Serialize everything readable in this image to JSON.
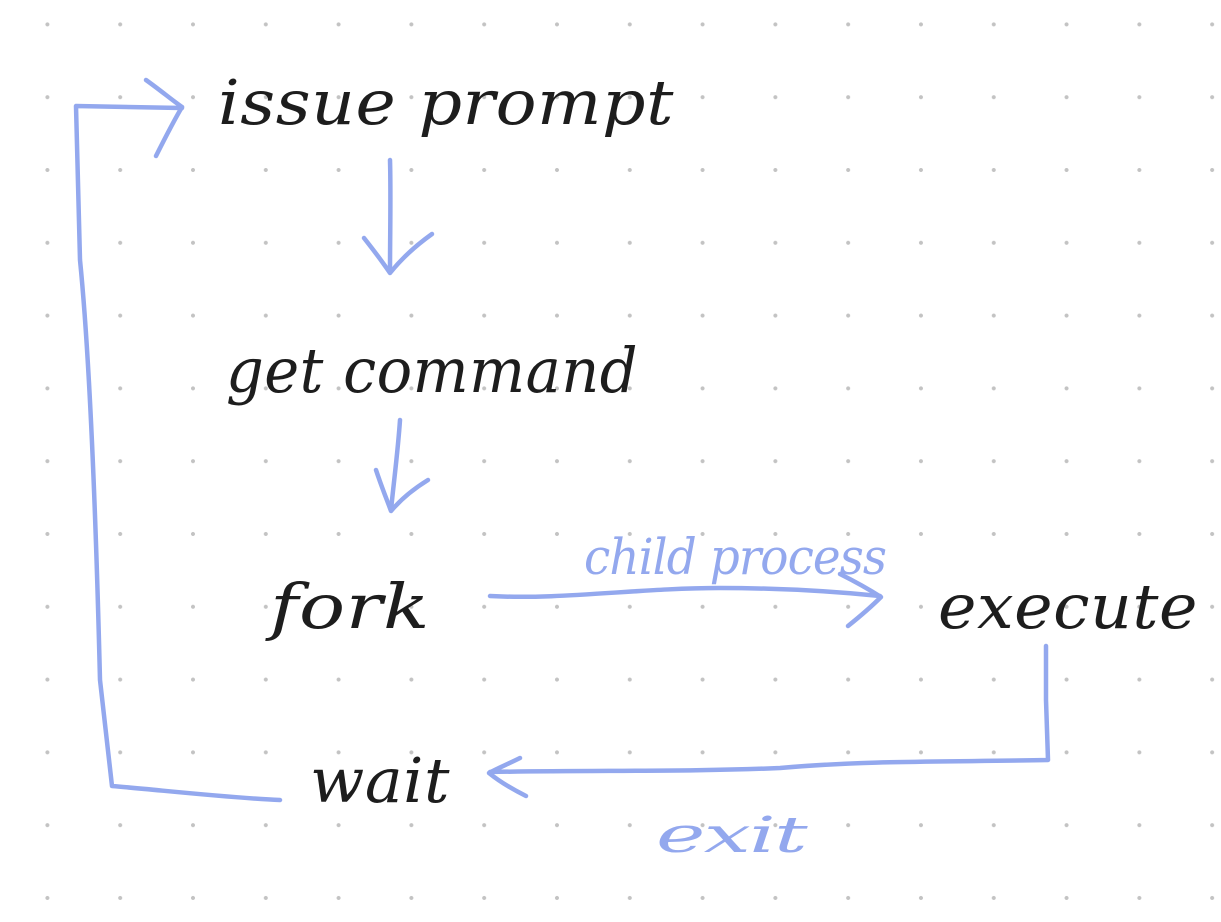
{
  "colors": {
    "ink": "#1d1d1d",
    "arrow": "#93a8ee",
    "grid_dot": "#c3c3c3",
    "background": "#ffffff"
  },
  "nodes": {
    "issue_prompt": "issue prompt",
    "get_command": "get command",
    "fork": "fork",
    "execute": "execute",
    "wait": "wait"
  },
  "edges": {
    "child_process": "child process",
    "exit": "exit"
  }
}
